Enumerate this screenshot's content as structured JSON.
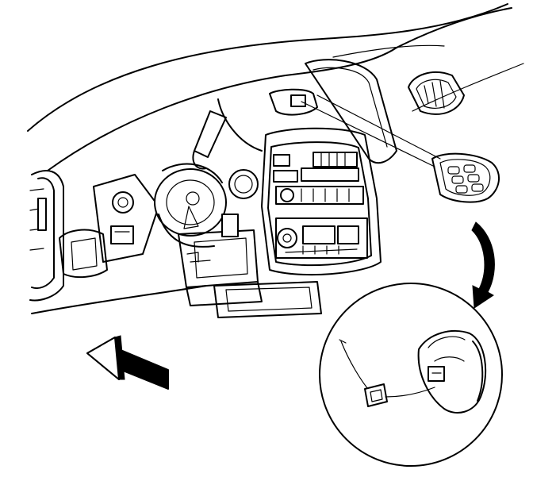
{
  "diagram": {
    "figure": "dashboard-switch-removal-illustration",
    "callouts": [
      "view-arrow",
      "removal-arrow",
      "detail-view-circle"
    ],
    "colors": {
      "line": "#000000",
      "background": "#ffffff"
    }
  }
}
